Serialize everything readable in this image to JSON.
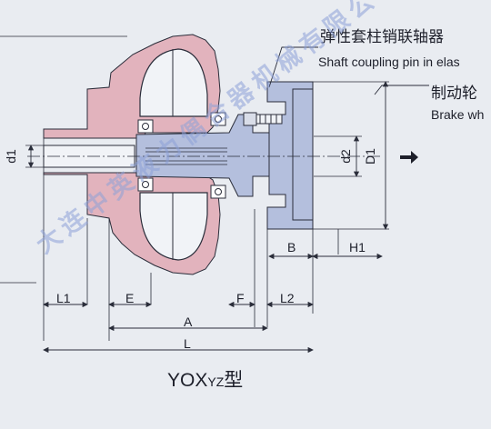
{
  "annotations": {
    "pin_cn": "弹性套柱销联轴器",
    "pin_en": "Shaft coupling pin in elas",
    "brake_cn": "制动轮",
    "brake_en": "Brake wh"
  },
  "dimensions": {
    "d1": "d1",
    "d2": "d2",
    "D1": "D1",
    "B": "B",
    "H1": "H1",
    "L1": "L1",
    "E": "E",
    "F": "F",
    "L2": "L2",
    "A": "A",
    "L": "L"
  },
  "model": {
    "main": "YOX",
    "sub": "YZ",
    "suffix": "型"
  },
  "watermark": "大连中英液力偶合器机械有限公司",
  "colors": {
    "background": "#e9ecf1",
    "housing": "#e2b3bd",
    "shaft": "#b4bfdd",
    "line": "#2a2d3a",
    "watermark": "#8ca0d7"
  }
}
